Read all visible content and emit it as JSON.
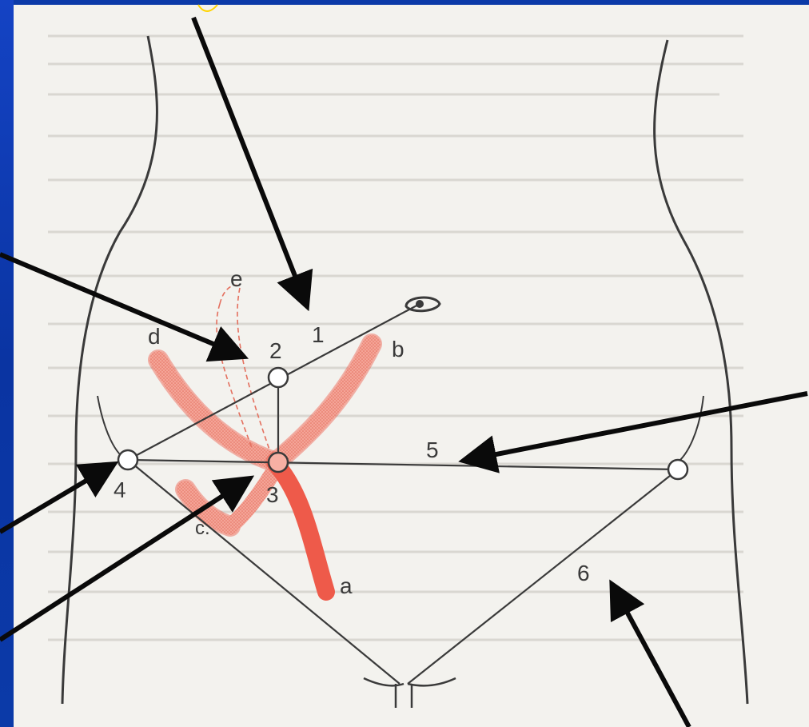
{
  "diagram": {
    "points": [
      {
        "id": "1",
        "label": "1"
      },
      {
        "id": "2",
        "label": "2"
      },
      {
        "id": "3",
        "label": "3"
      },
      {
        "id": "4",
        "label": "4"
      },
      {
        "id": "5",
        "label": "5"
      },
      {
        "id": "6",
        "label": "6"
      }
    ],
    "curves": [
      {
        "id": "a",
        "label": "a"
      },
      {
        "id": "b",
        "label": "b"
      },
      {
        "id": "c",
        "label": "c."
      },
      {
        "id": "d",
        "label": "d"
      },
      {
        "id": "e",
        "label": "e"
      }
    ],
    "colors": {
      "slide_blue": "#0b3aa8",
      "paper": "#f3f2ee",
      "pain_red": "#ee5a4a",
      "pain_fill": "#f29a8c",
      "line": "#3a3a3a",
      "arrow": "#0a0a0a",
      "accent_yellow": "#ffd400"
    }
  }
}
